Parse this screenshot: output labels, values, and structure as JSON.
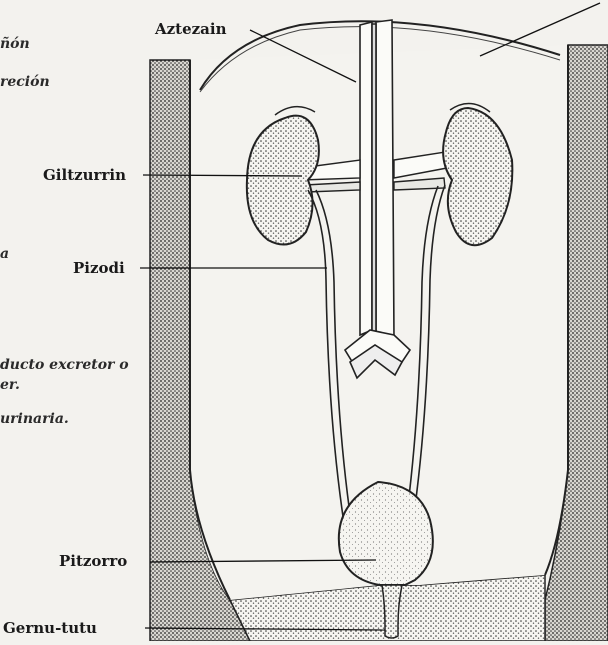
{
  "labels": {
    "aztezain": "Aztezain",
    "giltzurrin": "Giltzurrin",
    "pizodi": "Pizodi",
    "pitzorro": "Pitzorro",
    "gernu_tutu": "Gernu-tutu"
  },
  "margin_text": {
    "line1": "ñón",
    "line2": "reción",
    "line3": "a",
    "line4": "ducto excretor o",
    "line5": "er.",
    "line6": "urinaria."
  }
}
